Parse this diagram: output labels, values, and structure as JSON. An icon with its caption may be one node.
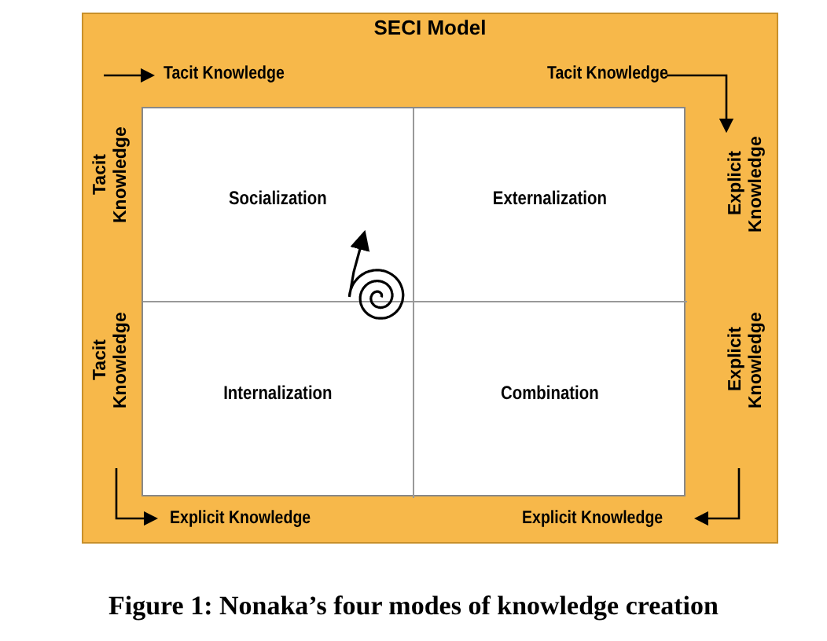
{
  "diagram": {
    "title": "SECI Model",
    "caption": "Figure 1: Nonaka’s four modes of knowledge creation",
    "nodes": [
      {
        "text": [
          "Socialization"
        ]
      },
      {
        "text": [
          "Externalization"
        ]
      },
      {
        "text": [
          "Internalization"
        ]
      },
      {
        "text": [
          "Combination"
        ]
      }
    ],
    "labels": [
      "Tacit Knowledge",
      "Tacit Knowledge",
      "Tacit Knowledge",
      "Explicit Knowledge",
      "Tacit Knowledge",
      "Explicit Knowledge",
      "Explicit Knowledge",
      "Explicit Knowledge"
    ]
  }
}
